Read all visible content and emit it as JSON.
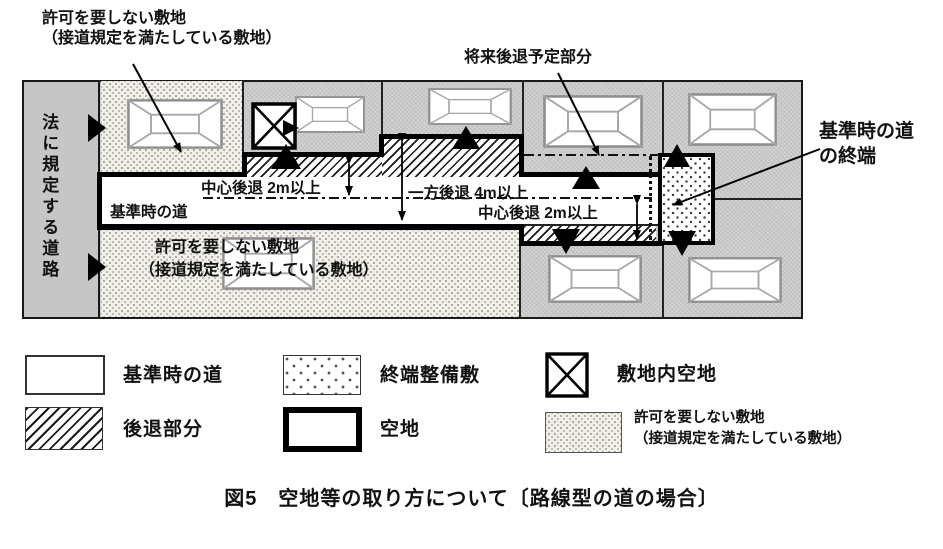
{
  "figure": {
    "caption": "図5　空地等の取り方について〔路線型の道の場合〕"
  },
  "diagram": {
    "legal_road_label": "法に規定する道路",
    "base_road_label": "基準時の道",
    "center_setback_top": "中心後退 2m以上",
    "one_side_setback": "一方後退 4m以上",
    "center_setback_bottom": "中心後退 2m以上",
    "exempt_top": {
      "line1": "許可を要しない敷地",
      "line2": "（接道規定を満たしている敷地）"
    },
    "exempt_bottom": {
      "line1": "許可を要しない敷地",
      "line2": "（接道規定を満たしている敷地）"
    },
    "future_setback": "将来後退予定部分",
    "road_end": {
      "line1": "基準時の道",
      "line2": "の終端"
    }
  },
  "legend": {
    "base_road": "基準時の道",
    "setback_portion": "後退部分",
    "terminal_improvement": "終端整備敷",
    "open_space": "空地",
    "site_open_space": "敷地内空地",
    "exempt_site": {
      "line1": "許可を要しない敷地",
      "line2": "（接道規定を満たしている敷地）"
    }
  },
  "colors": {
    "lot_gray": "#c9c9c9",
    "road_white": "#ffffff",
    "line_black": "#111111",
    "stipple_bg": "#f1efea"
  }
}
